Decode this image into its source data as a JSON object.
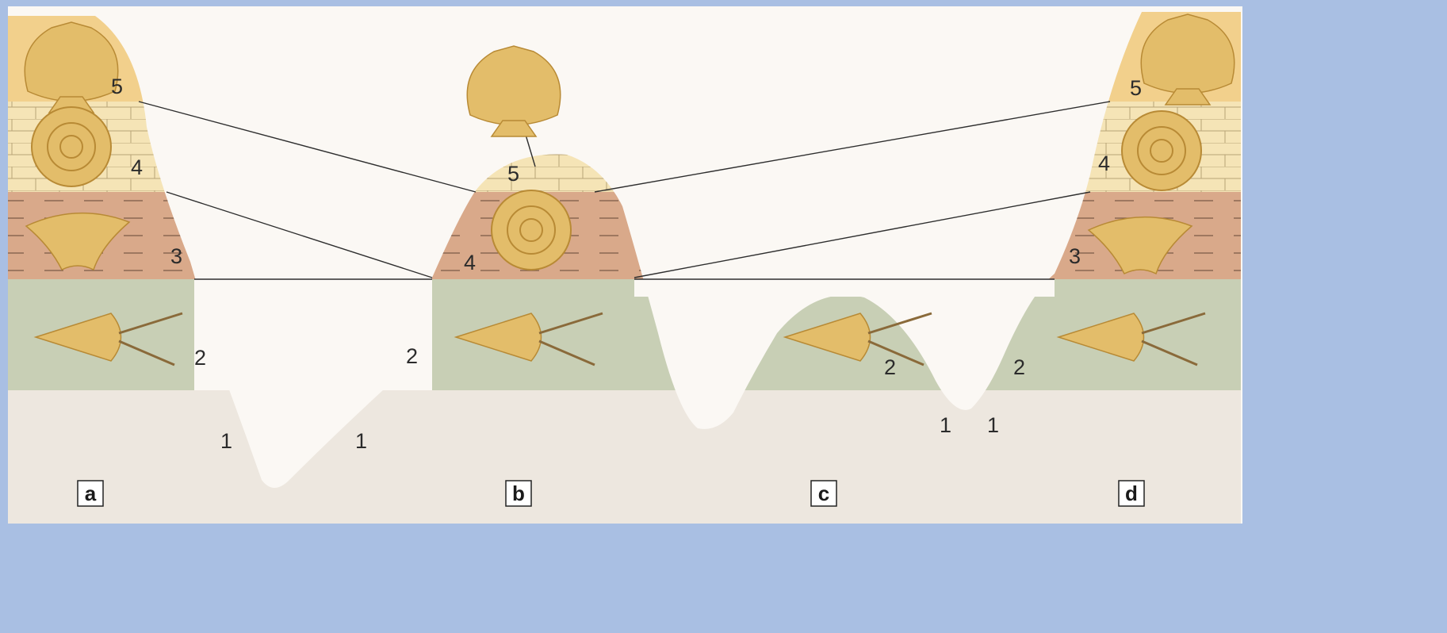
{
  "diagram": {
    "kind": "stratigraphic fossil correlation",
    "colors": {
      "frame": "#a9bfe3",
      "background": "#fbf8f4",
      "layer_1": "#ede7df",
      "layer_2": "#c8cfb5",
      "layer_3": "#d9a98a",
      "layer_4": "#f5e4b6",
      "layer_5": "#f2d08c",
      "fossil": "#e3bd6a",
      "fossil_dark": "#b88a35",
      "line": "#2e2e2e"
    },
    "site_labels": [
      "a",
      "b",
      "c",
      "d"
    ],
    "layer_numbers": {
      "one": "1",
      "two": "2",
      "three": "3",
      "four": "4",
      "five": "5"
    },
    "fossils": [
      {
        "layer": "5",
        "icon": "scallop-shell-icon"
      },
      {
        "layer": "4",
        "icon": "ammonite-icon"
      },
      {
        "layer": "3",
        "icon": "brachiopod-icon"
      },
      {
        "layer": "2",
        "icon": "trilobite-icon"
      }
    ]
  }
}
